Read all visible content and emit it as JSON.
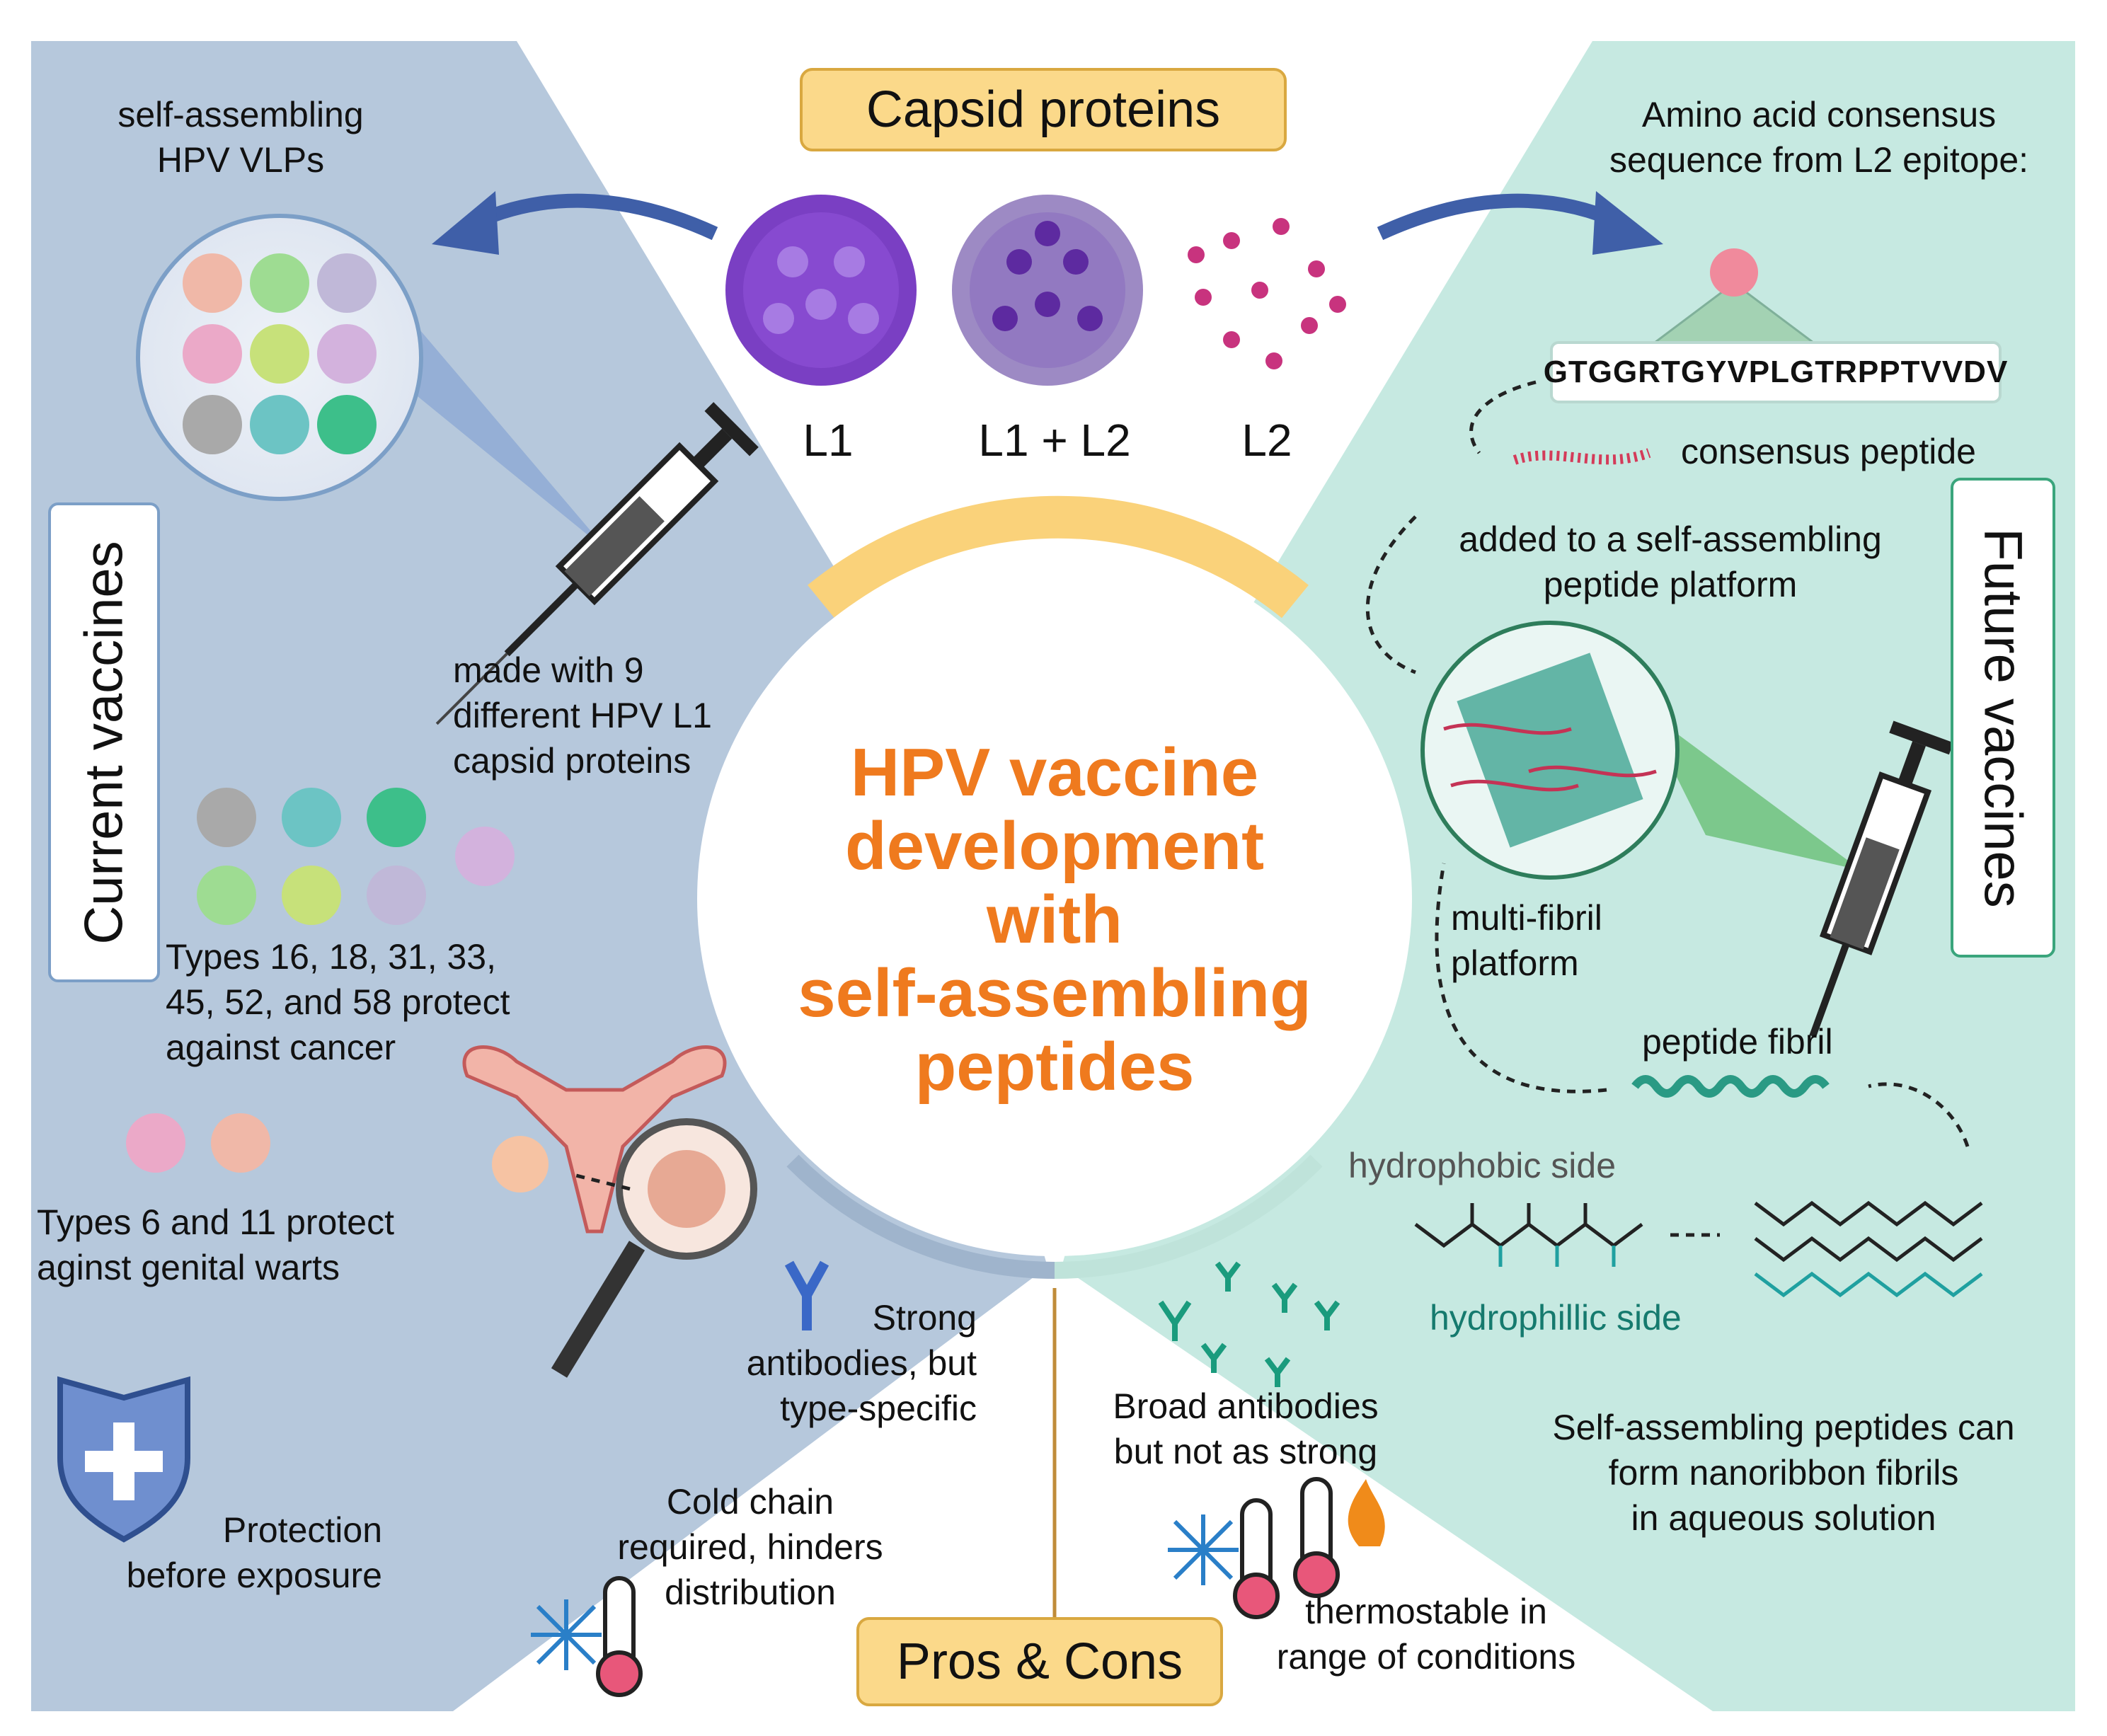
{
  "center": {
    "title_lines": [
      "HPV vaccine",
      "development",
      "with",
      "self-assembling",
      "peptides"
    ]
  },
  "capsid": {
    "title": "Capsid proteins",
    "labels": [
      "L1",
      "L1 + L2",
      "L2"
    ]
  },
  "current": {
    "title": "Current vaccines",
    "vlps_label": [
      "self-assembling",
      "HPV VLPs"
    ],
    "made_with": [
      "made with 9",
      "different HPV L1",
      "capsid proteins"
    ],
    "cancer_types": [
      "Types 16, 18, 31, 33,",
      "45, 52, and 58 protect",
      "against cancer"
    ],
    "wart_types": [
      "Types 6 and 11 protect",
      "aginst genital warts"
    ],
    "protection": [
      "Protection",
      "before exposure"
    ]
  },
  "future": {
    "title": "Future vaccines",
    "consensus_title": [
      "Amino acid consensus",
      "sequence from L2 epitope:"
    ],
    "sequence": "GTGGRTGYVPLGTRPPTVVDV",
    "consensus_peptide": "consensus peptide",
    "added_to": [
      "added to a self-assembling",
      "peptide platform"
    ],
    "multi_fibril": [
      "multi-fibril",
      "platform"
    ],
    "peptide_fibril": "peptide fibril",
    "hydrophobic": "hydrophobic side",
    "hydrophilic": "hydrophillic side",
    "nanoribbon": [
      "Self-assembling peptides can",
      "form nanoribbon fibrils",
      "in aqueous solution"
    ]
  },
  "proscons": {
    "title": "Pros & Cons",
    "strong": [
      "Strong",
      "antibodies, but",
      "type-specific"
    ],
    "cold_chain": [
      "Cold chain",
      "required, hinders",
      "distribution"
    ],
    "broad": [
      "Broad antibodies",
      "but not as strong"
    ],
    "thermostable": [
      "thermostable in",
      "range of conditions"
    ]
  },
  "colors": {
    "left_panel": "#b6c8dc",
    "right_panel": "#c6e9e1",
    "accent_orange": "#ef7a1e",
    "label_yellow": "#fbd98a",
    "arrow_blue": "#3f5fa8"
  }
}
